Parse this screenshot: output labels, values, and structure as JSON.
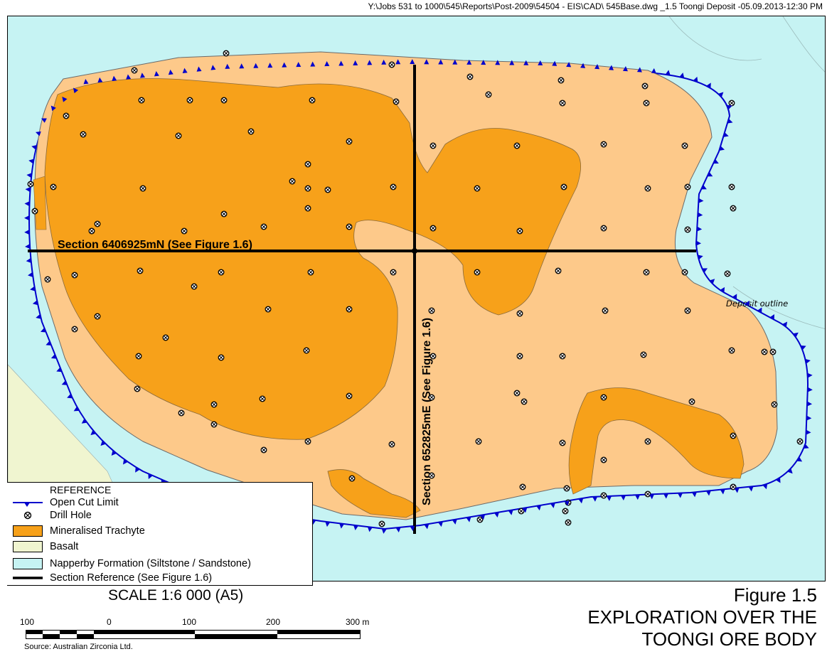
{
  "header": {
    "filepath": "Y:\\Jobs 531 to 1000\\545\\Reports\\Post-2009\\54504 - EIS\\CAD\\  545Base.dwg _1.5 Toongi Deposit -05.09.2013-12:30 PM"
  },
  "map": {
    "section_ns_label": "Section 6406925mN (See Figure 1.6)",
    "section_ew_label": "Section 652825mE (See Figure 1.6)",
    "deposit_outline_label": "Deposit outline"
  },
  "legend": {
    "title": "REFERENCE",
    "items": [
      {
        "label": "Open Cut Limit",
        "symbol": "open-cut-limit-line",
        "color": "#0000cc"
      },
      {
        "label": "Drill Hole",
        "symbol": "drill-hole-icon",
        "color": "#000000"
      },
      {
        "label": "Mineralised Trachyte",
        "symbol": "fill",
        "color": "#f7a11a"
      },
      {
        "label": "Basalt",
        "symbol": "fill",
        "color": "#f0f5d0"
      },
      {
        "label": "Napperby Formation (Siltstone / Sandstone)",
        "symbol": "fill",
        "color": "#c6f3f3"
      },
      {
        "label": "Section Reference (See Figure 1.6)",
        "symbol": "section-line",
        "color": "#000000"
      }
    ]
  },
  "scale": {
    "title": "SCALE 1:6 000 (A5)",
    "ticks": [
      "100",
      "0",
      "100",
      "200",
      "300 m"
    ]
  },
  "source": "Source: Australian Zirconia Ltd.",
  "figure": {
    "number": "Figure 1.5",
    "title_line1": "EXPLORATION OVER THE",
    "title_line2": "TOONGI ORE BODY"
  },
  "colors": {
    "napperby": "#c6f3f3",
    "basalt": "#f0f5d0",
    "deposit": "#fdc98a",
    "trachyte": "#f7a11a",
    "open_cut": "#0000cc"
  }
}
